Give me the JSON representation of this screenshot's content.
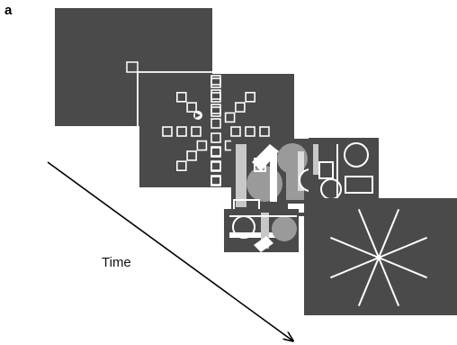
{
  "figure": {
    "panel_label": "a",
    "time_axis_label": "Time"
  },
  "colors": {
    "background": "#ffffff",
    "screen": "#4a4a4a",
    "stimulus": "#ffffff",
    "mask_gray": "#9a9a9a",
    "mask_light": "#c8c8c8",
    "arrow": "#000000"
  },
  "frames": [
    {
      "name": "fixation-screen",
      "content": "single-fixation-square"
    },
    {
      "name": "search-array-screen",
      "content": "radial-array-of-squares-with-target"
    },
    {
      "name": "mask-screen",
      "content": "overlapping-shapes-noise"
    },
    {
      "name": "mask-screen-small",
      "content": "overlapping-shapes-noise"
    },
    {
      "name": "response-screen",
      "content": "radial-lines-8"
    }
  ]
}
